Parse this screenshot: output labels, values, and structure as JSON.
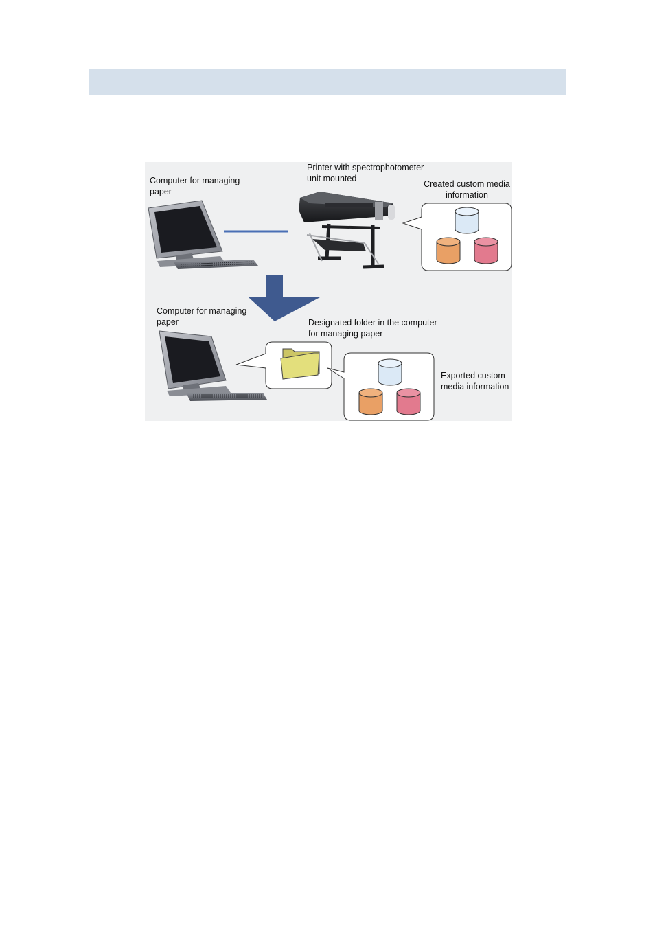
{
  "diagram": {
    "computer_top_label": "Computer for managing\npaper",
    "printer_label": "Printer with spectrophotometer\nunit mounted",
    "created_media_label": "Created custom media\ninformation",
    "computer_bottom_label": "Computer for managing\npaper",
    "folder_label": "Designated folder in the computer\nfor managing paper",
    "exported_media_label": "Exported custom\nmedia information"
  },
  "colors": {
    "header_bar": "#d5e0eb",
    "connector_line": "#4a6fb5",
    "arrow": "#3f5a8f",
    "cylinder_blue": "#dbe9f6",
    "cylinder_orange": "#e9a065",
    "cylinder_pink": "#e27a8e",
    "folder": "#e3df7c"
  }
}
